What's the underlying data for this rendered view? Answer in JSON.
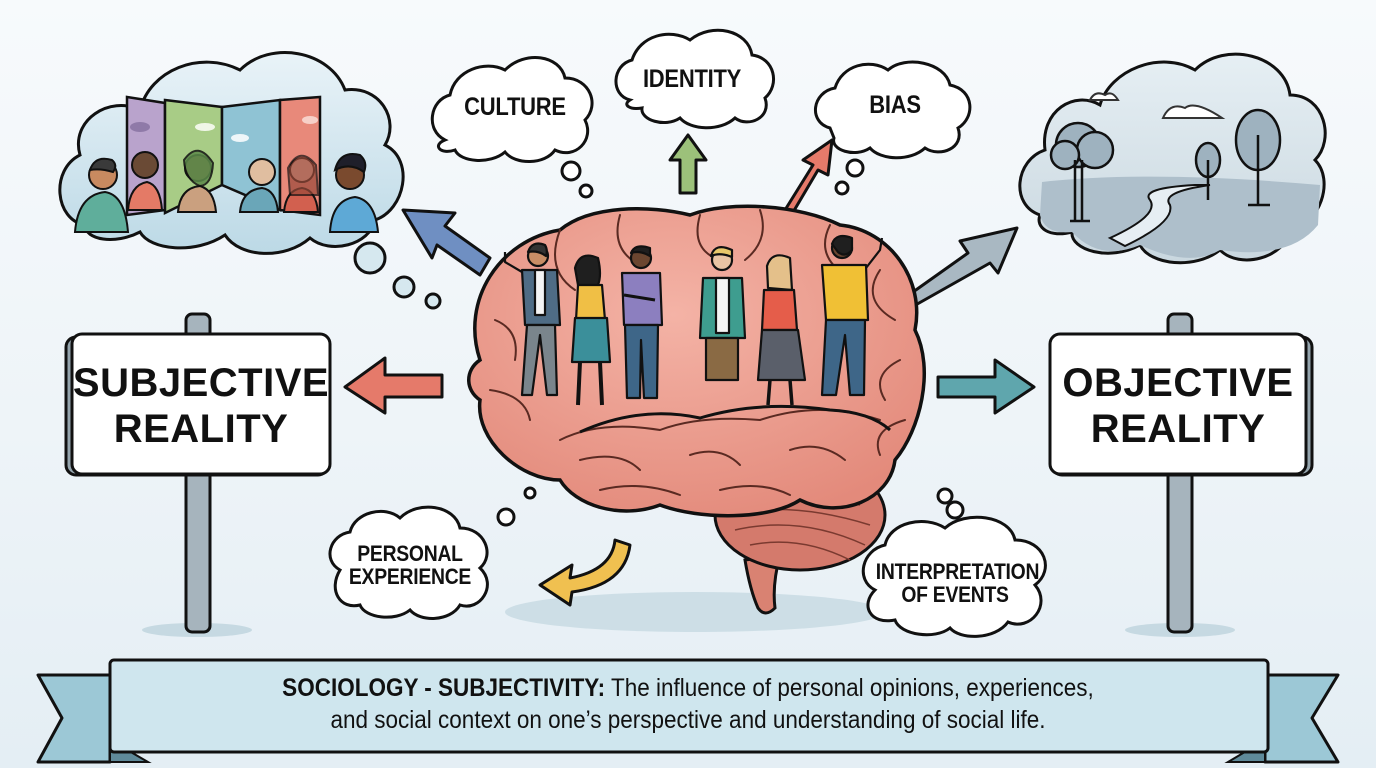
{
  "signs": {
    "left": {
      "line1": "SUBJECTIVE",
      "line2": "REALITY"
    },
    "right": {
      "line1": "OBJECTIVE",
      "line2": "REALITY"
    }
  },
  "thought_bubbles": {
    "culture": "CULTURE",
    "identity": "IDENTITY",
    "bias": "BIAS",
    "personal_experience": {
      "line1": "PERSONAL",
      "line2": "EXPERIENCE"
    },
    "interpretation_of_events": {
      "line1": "INTERPRETATION",
      "line2": "OF EVENTS"
    }
  },
  "illustrations": {
    "left_cloud": "multiple-perspectives-panels-icon",
    "right_cloud": "landscape-trees-river-icon",
    "center": "brain-with-people-icon"
  },
  "arrows": {
    "to_subjective": {
      "color": "#e57a6a"
    },
    "to_objective": {
      "color": "#5fa6ad"
    },
    "to_identity": {
      "color": "#9cc17a"
    },
    "to_bias": {
      "color": "#e57a6a"
    },
    "to_left_cloud": {
      "color": "#6f8fc2"
    },
    "to_right_cloud": {
      "color": "#a9b8c2"
    },
    "to_personal_experience": {
      "color": "#f0c050"
    }
  },
  "banner": {
    "term": "SOCIOLOGY - SUBJECTIVITY:",
    "definition_line1": " The influence of personal opinions, experiences,",
    "definition_line2": "and social context on one’s perspective and understanding of social life."
  },
  "colors": {
    "brain": "#ec9a8c",
    "brain_dark": "#d97b6d",
    "banner": "#cfe6ee",
    "banner_ribbon": "#9cc8d6",
    "outline": "#111111",
    "background": "#eef4f8"
  }
}
